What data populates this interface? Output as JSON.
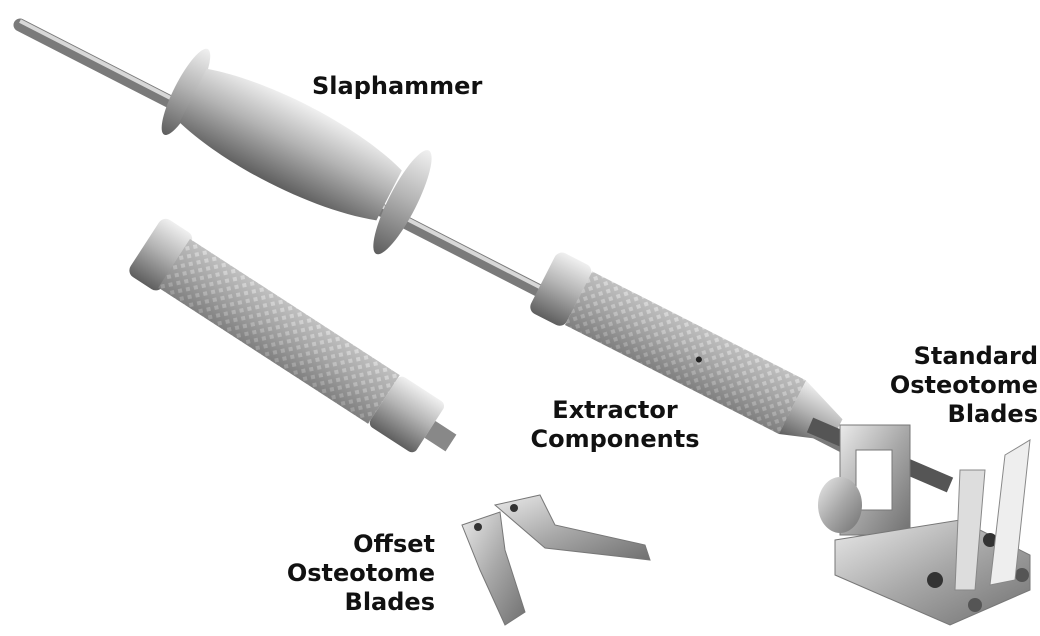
{
  "labels": {
    "slaphammer": "Slaphammer",
    "extractor": [
      "Extractor",
      "Components"
    ],
    "standard": [
      "Standard",
      "Osteotome",
      "Blades"
    ],
    "offset": [
      "Offset",
      "Osteotome",
      "Blades"
    ]
  },
  "colors": {
    "metal_light": "#e4e4e4",
    "metal_mid": "#a9a9a9",
    "metal_dark": "#6c6c6c",
    "text": "#111111"
  }
}
